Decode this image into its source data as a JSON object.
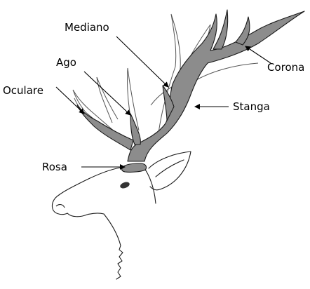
{
  "labels": {
    "mediano": "Mediano",
    "ago": "Ago",
    "oculare": "Oculare",
    "rosa": "Rosa",
    "stanga": "Stanga",
    "corona": "Corona"
  },
  "colors": {
    "antler_fill": "#8c8c8c",
    "outline": "#1a1a1a",
    "background_antler_stroke": "#555555",
    "leader_line": "#000000"
  }
}
